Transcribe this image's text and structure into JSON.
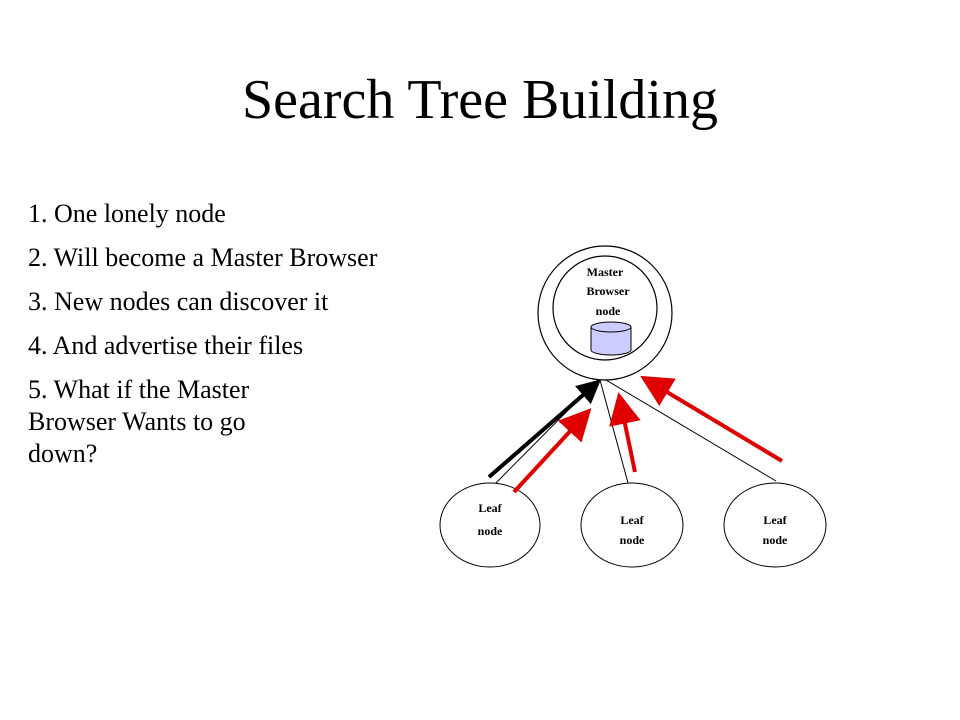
{
  "title": "Search Tree Building",
  "bullets": [
    "1. One lonely node",
    "2. Will become a Master Browser",
    "3. New nodes can discover it",
    "4. And advertise their files",
    "5. What if the Master Browser Wants to go down?"
  ],
  "diagram": {
    "master": {
      "line1": "Master",
      "line2": "Browser",
      "line3": "node"
    },
    "leaves": [
      {
        "line1": "Leaf",
        "line2": "node"
      },
      {
        "line1": "Leaf",
        "line2": "node"
      },
      {
        "line1": "Leaf",
        "line2": "node"
      }
    ],
    "colors": {
      "advertise_arrow": "#e00000",
      "discover_arrow": "#000000",
      "link": "#000000"
    }
  }
}
